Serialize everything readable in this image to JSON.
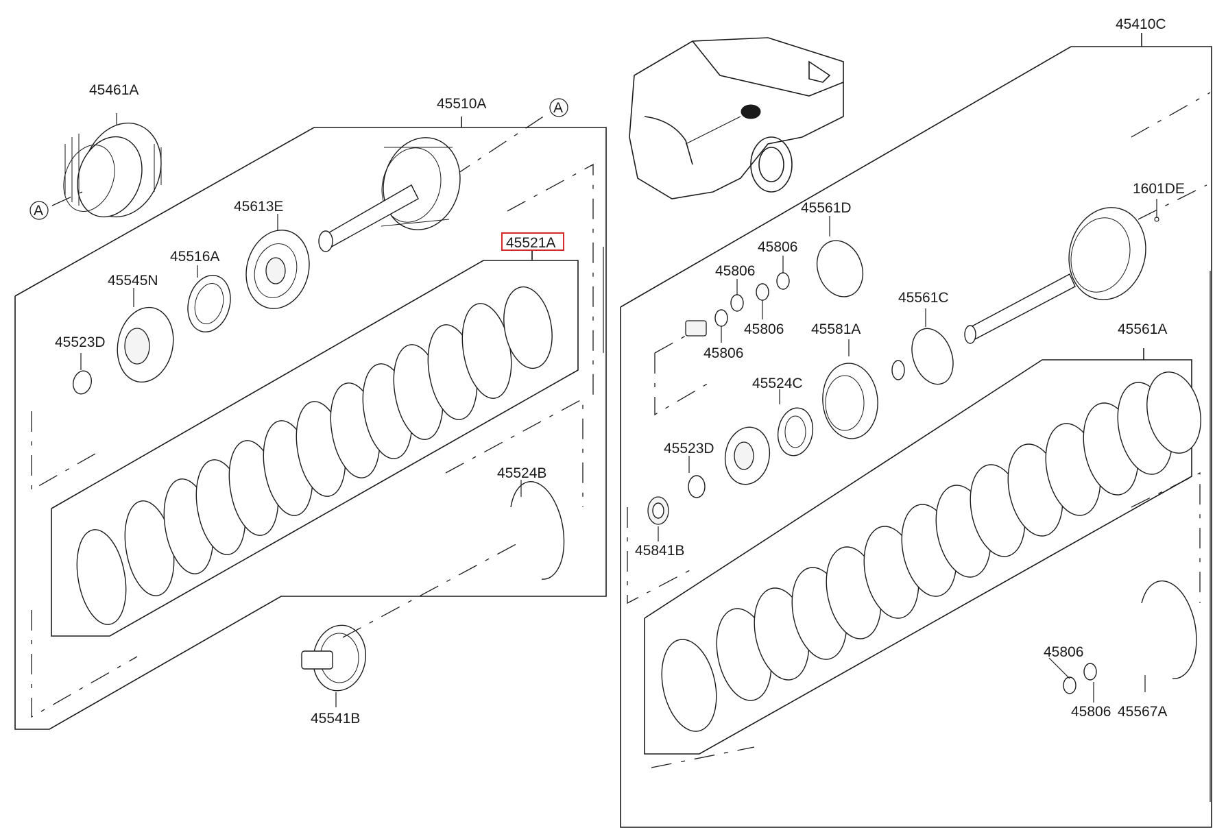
{
  "diagram": {
    "callouts": {
      "p45461A": "45461A",
      "p45510A": "45510A",
      "markerA_top": "A",
      "markerA_left": "A",
      "p45613E": "45613E",
      "p45516A": "45516A",
      "p45545N": "45545N",
      "p45523D_left": "45523D",
      "p45521A": "45521A",
      "p45524B": "45524B",
      "p45541B": "45541B",
      "p45410C": "45410C",
      "p1601DE": "1601DE",
      "p45561D": "45561D",
      "p45806_a": "45806",
      "p45806_b": "45806",
      "p45806_c": "45806",
      "p45806_d": "45806",
      "p45561C": "45561C",
      "p45581A": "45581A",
      "p45524C": "45524C",
      "p45523D_right": "45523D",
      "p45841B": "45841B",
      "p45561A": "45561A",
      "p45806_e": "45806",
      "p45806_f": "45806",
      "p45567A": "45567A"
    },
    "highlighted_part": "45521A",
    "highlight_color": "#d62a2a",
    "line_color": "#1a1a1a"
  }
}
